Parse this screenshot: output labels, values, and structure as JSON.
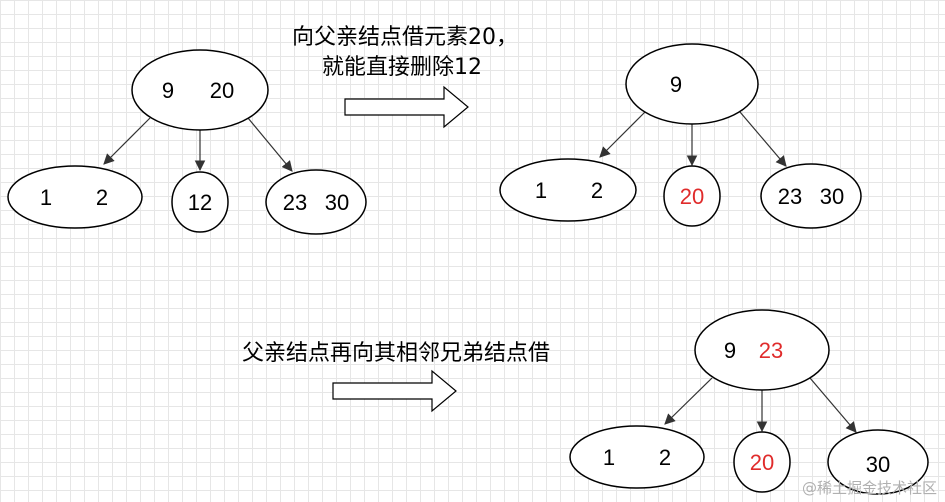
{
  "captions": {
    "step1_line1": "向父亲结点借元素20，",
    "step1_line2": "就能直接删除12",
    "step2": "父亲结点再向其相邻兄弟结点借"
  },
  "tree1": {
    "root": {
      "k1": "9",
      "k2": "20"
    },
    "left": {
      "k1": "1",
      "k2": "2"
    },
    "middle": {
      "k1": "12"
    },
    "right": {
      "k1": "23",
      "k2": "30"
    }
  },
  "tree2": {
    "root": {
      "k1": "9"
    },
    "left": {
      "k1": "1",
      "k2": "2"
    },
    "middle": {
      "k1": "20"
    },
    "right": {
      "k1": "23",
      "k2": "30"
    }
  },
  "tree3": {
    "root": {
      "k1": "9",
      "k2": "23"
    },
    "left": {
      "k1": "1",
      "k2": "2"
    },
    "middle": {
      "k1": "20"
    },
    "right": {
      "k1": "30"
    }
  },
  "colors": {
    "highlight": "#e02b2b",
    "stroke": "#000000"
  },
  "watermark": "@稀土掘金技术社区"
}
